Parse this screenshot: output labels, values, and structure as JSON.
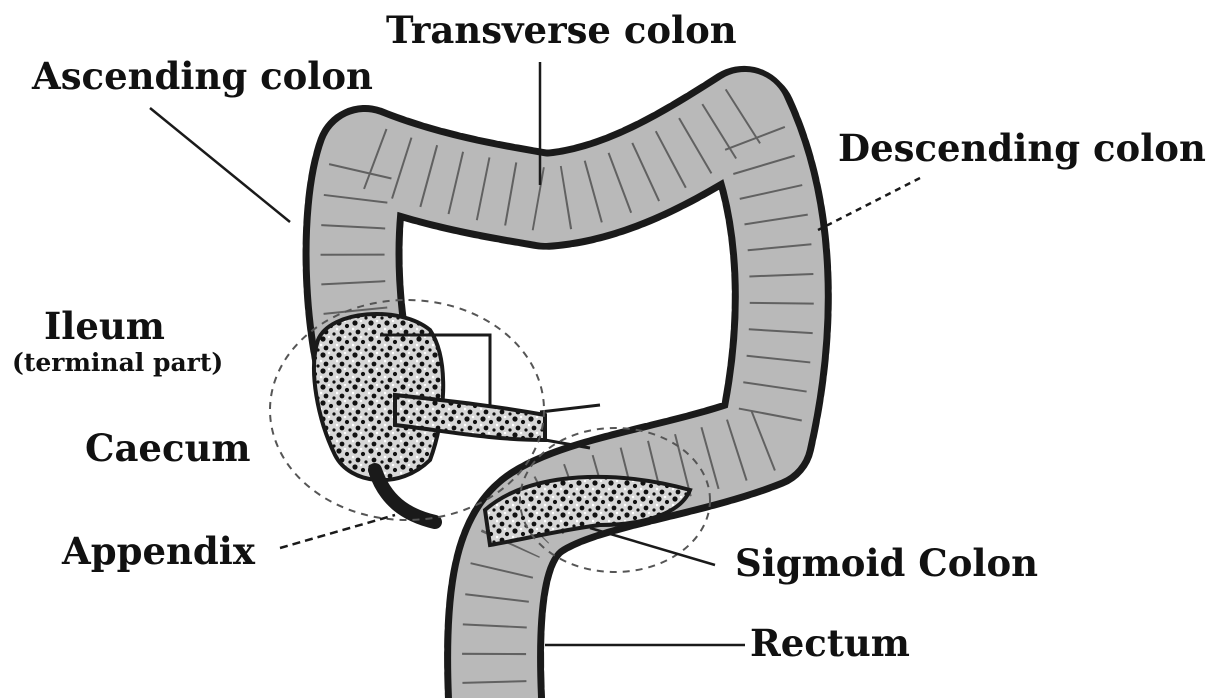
{
  "labels": {
    "transverse_colon": "Transverse colon",
    "ascending_colon": "Ascending colon",
    "descending_colon": "Descending colon",
    "ileum": "Ileum",
    "ileum_sub": "(terminal part)",
    "caecum": "Caecum",
    "appendix": "Appendix",
    "sigmoid_colon": "Sigmoid Colon",
    "rectum": "Rectum"
  },
  "colors": {
    "bowel_fill": "#b9b9b9",
    "outline": "#1a1a1a",
    "text": "#111111",
    "background": "#ffffff"
  }
}
